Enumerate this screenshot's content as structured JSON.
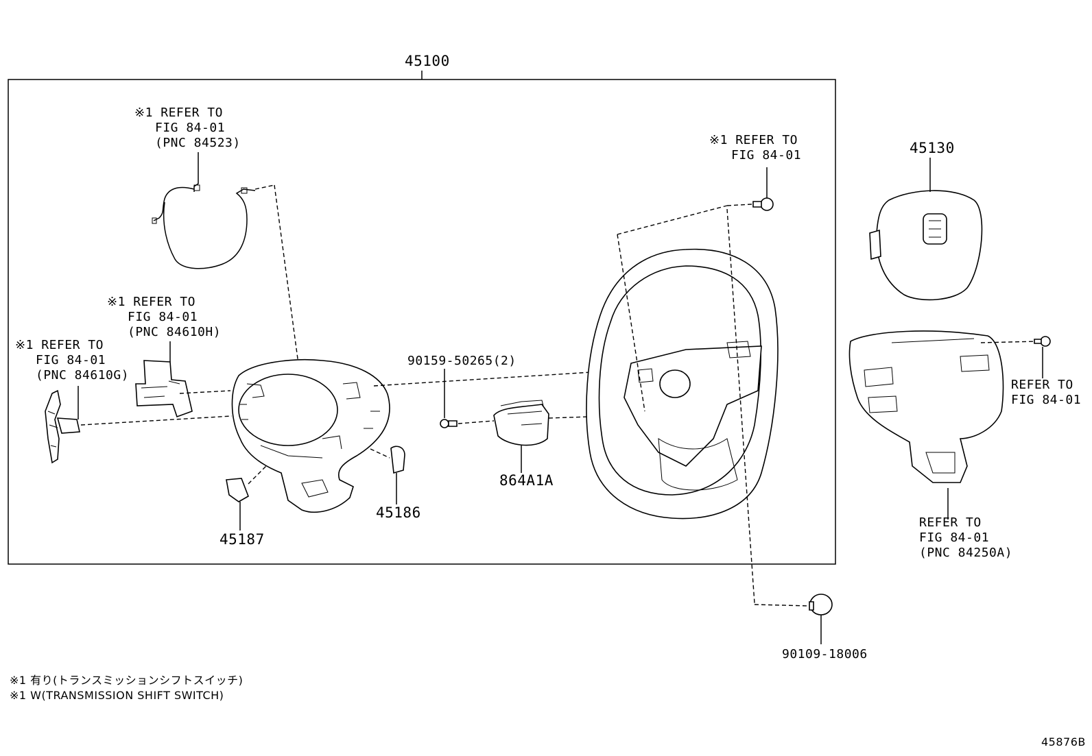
{
  "assembly_label": "45100",
  "callouts": {
    "airbag": "45130",
    "cover_45187": "45187",
    "cover_45186": "45186",
    "switch_864A1A": "864A1A",
    "screw_90159": "90159-50265(2)",
    "bolt_90109": "90109-18006"
  },
  "references": {
    "wire_84523": [
      "※1 REFER TO",
      "FIG 84-01",
      "(PNC 84523)"
    ],
    "paddle_84610H": [
      "※1 REFER TO",
      "FIG 84-01",
      "(PNC 84610H)"
    ],
    "paddle_84610G": [
      "※1 REFER TO",
      "FIG 84-01",
      "(PNC 84610G)"
    ],
    "screw_top": [
      "※1 REFER TO",
      "FIG 84-01"
    ],
    "screw_right": [
      "REFER TO",
      "FIG 84-01"
    ],
    "switch_84250A": [
      "REFER TO",
      "FIG 84-01",
      "(PNC 84250A)"
    ]
  },
  "notes": [
    "※1 有り(トランスミッションシフトスイッチ)",
    "※1 W(TRANSMISSION SHIFT SWITCH)"
  ],
  "figure_code": "45876B"
}
